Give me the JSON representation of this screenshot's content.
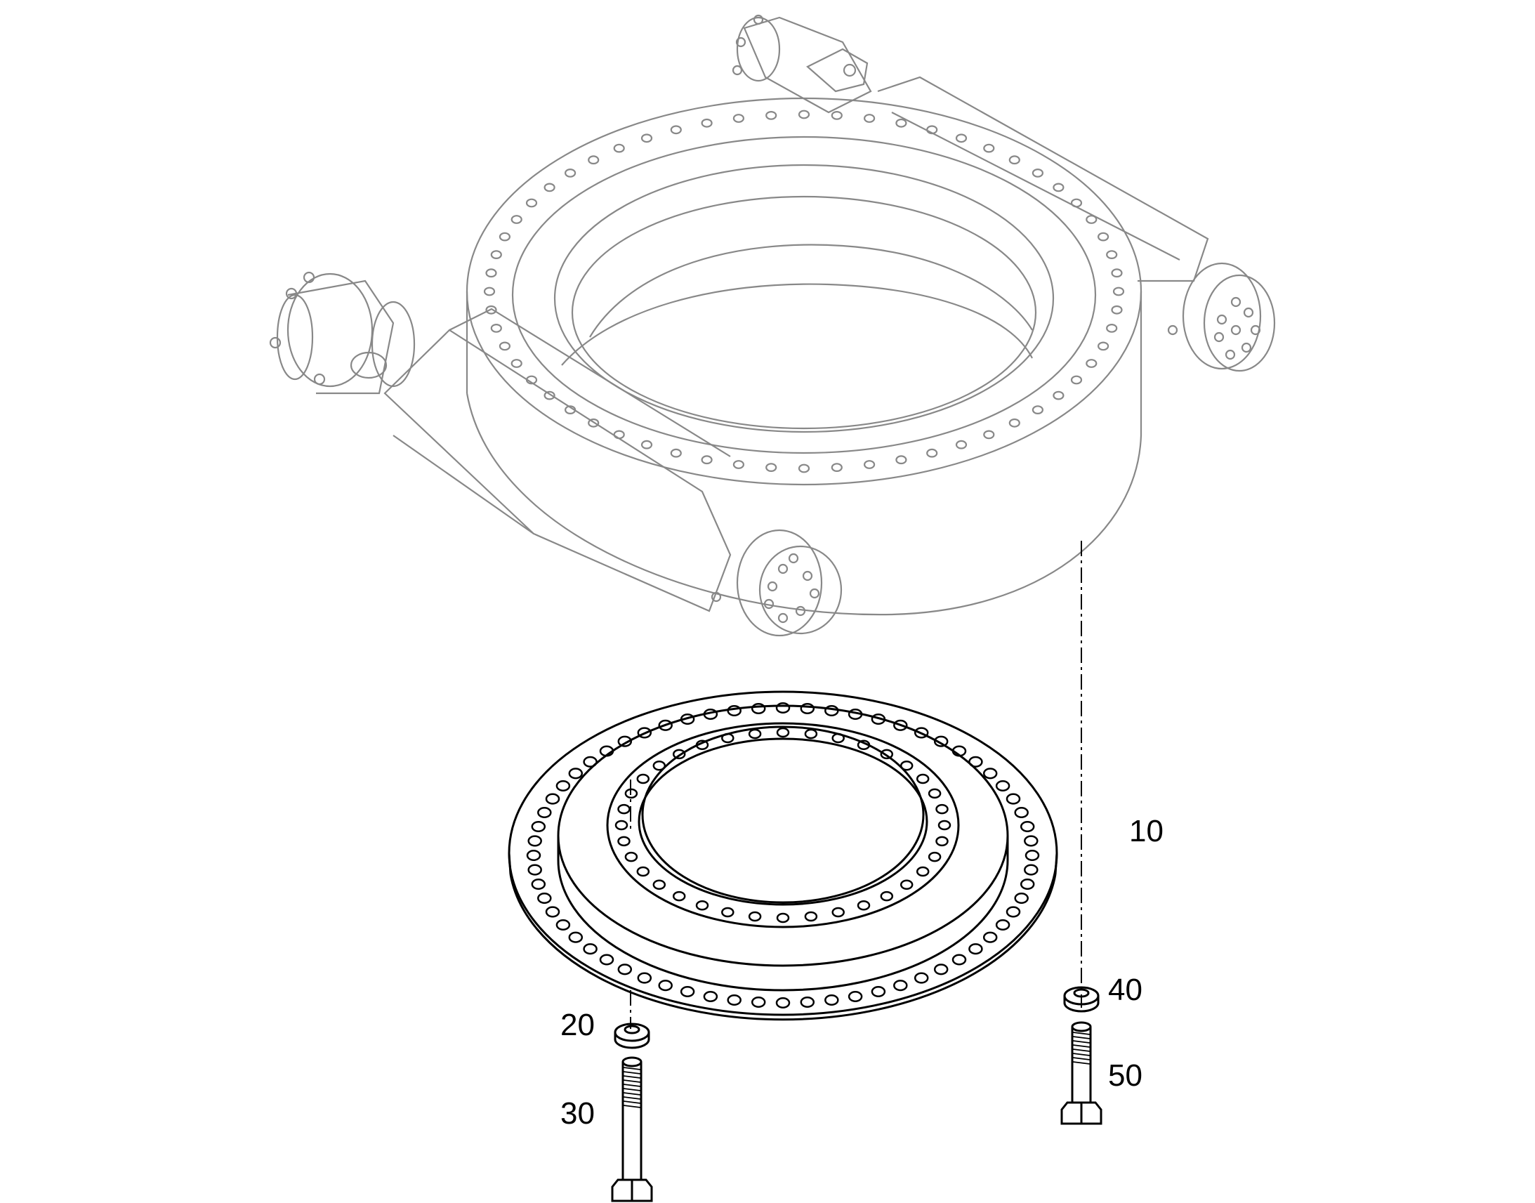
{
  "colors": {
    "background": "#ffffff",
    "line": "#000000",
    "ghost_line": "#888888"
  },
  "callouts": [
    {
      "id": "10",
      "label": "10",
      "part": "slewing-ring"
    },
    {
      "id": "20",
      "label": "20",
      "part": "washer-inner"
    },
    {
      "id": "30",
      "label": "30",
      "part": "bolt-inner"
    },
    {
      "id": "40",
      "label": "40",
      "part": "washer-outer"
    },
    {
      "id": "50",
      "label": "50",
      "part": "bolt-outer"
    }
  ]
}
